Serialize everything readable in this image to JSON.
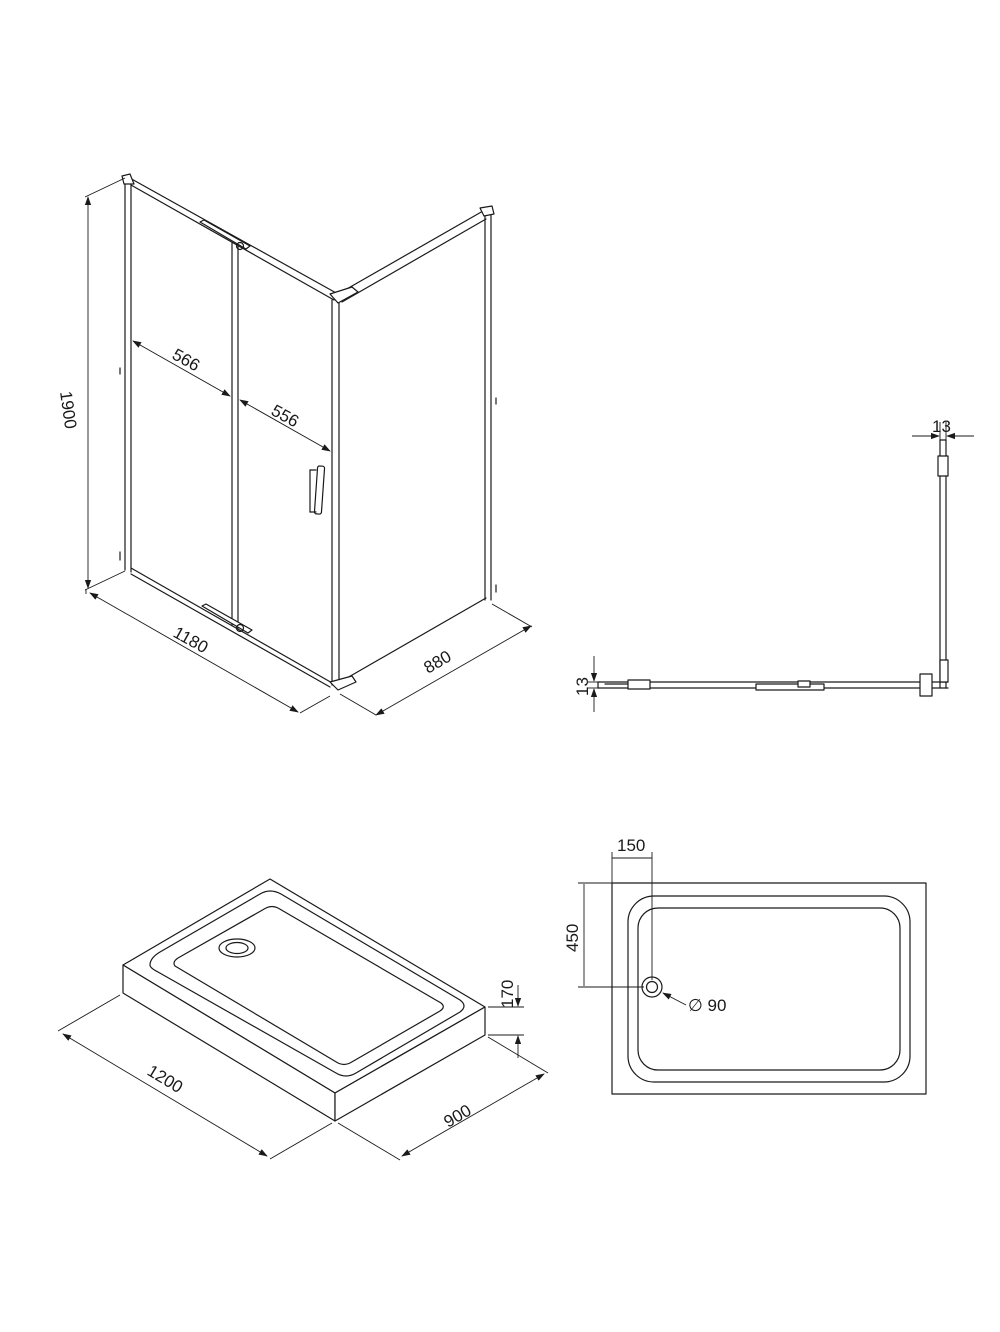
{
  "cabin": {
    "height": "1900",
    "width": "1180",
    "depth": "880",
    "door_left": "566",
    "door_right": "556"
  },
  "plan": {
    "profile_top": "13",
    "profile_left": "13"
  },
  "tray_iso": {
    "length": "1200",
    "width": "900",
    "height": "170"
  },
  "tray_top": {
    "drain_x": "150",
    "drain_y": "450",
    "drain_diameter": "∅ 90"
  }
}
